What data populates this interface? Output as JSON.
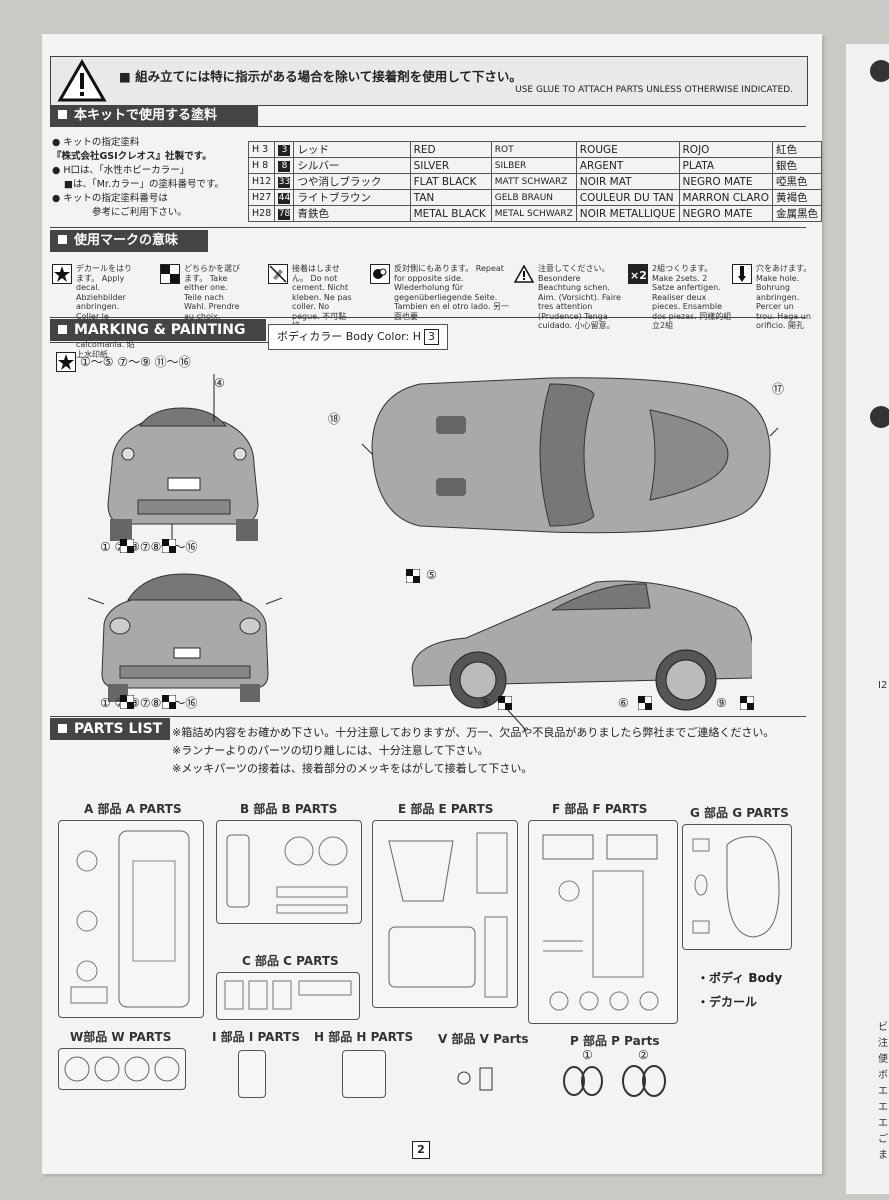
{
  "warning": {
    "jp": "■ 組み立てには特に指示がある場合を除いて接着剤を使用して下さい。",
    "en": "USE GLUE TO ATTACH PARTS UNLESS OTHERWISE INDICATED."
  },
  "paint_section": {
    "title": "本キットで使用する塗料",
    "notes": [
      "キットの指定塗料",
      "『株式会社GSIクレオス』社製です。",
      "H口は、「水性ホビーカラー」",
      "■は、「Mr.カラー」の塗料番号です。",
      "キットの指定塗料番号は",
      "参考にご利用下さい。"
    ],
    "rows": [
      {
        "h": "H 3",
        "n": "3",
        "jp": "レッド",
        "en": "RED",
        "de": "ROT",
        "fr": "ROUGE",
        "es": "ROJO",
        "cn": "紅色"
      },
      {
        "h": "H 8",
        "n": "8",
        "jp": "シルバー",
        "en": "SILVER",
        "de": "SILBER",
        "fr": "ARGENT",
        "es": "PLATA",
        "cn": "銀色"
      },
      {
        "h": "H12",
        "n": "33",
        "jp": "つや消しブラック",
        "en": "FLAT BLACK",
        "de": "MATT SCHWARZ",
        "fr": "NOIR MAT",
        "es": "NEGRO MATE",
        "cn": "啞黒色"
      },
      {
        "h": "H27",
        "n": "44",
        "jp": "ライトブラウン",
        "en": "TAN",
        "de": "GELB BRAUN",
        "fr": "COULEUR DU TAN",
        "es": "MARRON CLARO",
        "cn": "黄褐色"
      },
      {
        "h": "H28",
        "n": "78",
        "jp": "青鉄色",
        "en": "METAL BLACK",
        "de": "METAL SCHWARZ",
        "fr": "NOIR METALLIQUE",
        "es": "NEGRO MATE",
        "cn": "金属黒色"
      }
    ]
  },
  "marks_section": {
    "title": "使用マークの意味",
    "items": [
      {
        "icon": "star-decal-icon",
        "text": "デカールをはります。 Apply decal. Abziehbilder anbringen. Coller le decalque. Adhiera la calcomanía. 貼上水印紙"
      },
      {
        "icon": "checkered-choice-icon",
        "text": "どちらかを選びます。 Take either one. Teile nach Wahl. Prendre au choix. Seleccione uno. 二者選一"
      },
      {
        "icon": "no-glue-icon",
        "text": "接着はしません。 Do not cement. Nicht kleben. Ne pas coller. No pegue. 不可黏接"
      },
      {
        "icon": "opposite-side-icon",
        "text": "反対側にもあります。 Repeat for opposite side. Wiederholung für gegenüberliegende Seite. Tambien en el otro lado. 另一面也要"
      },
      {
        "icon": "caution-icon",
        "text": "注意してください。 Besondere Beachtung schen. Aim. (Vorsicht). Faire tres attention (Prudence) Tenga cuidado. 小心留意。"
      },
      {
        "icon": "make-two-icon",
        "text": "2組つくります。 Make 2sets. 2 Satze anfertigen. Realiser deux pieces. Ensamble dos piezas. 同樣的組立2組"
      },
      {
        "icon": "drill-hole-icon",
        "text": "穴をあけます。 Make hole. Bohrung anbringen. Percer un trou. Haga un orificio. 開孔"
      }
    ]
  },
  "marking_section": {
    "title": "MARKING & PAINTING",
    "body_color_label": "ボディカラー Body Color: H",
    "body_color_code": "3",
    "decal_sequence": "①～⑤ ⑦～⑨ ⑪～⑯",
    "rear_callout": "④",
    "rear_options": "① ② ③⑦⑧⑪～⑯",
    "front_options": "① ② ③⑦⑧⑪～⑯",
    "top_left_callout": "⑱",
    "top_right_callout": "⑰",
    "side_top_callout": "⑤",
    "side_callout_front_wheel": "⑨",
    "side_callout_sill": "⑥",
    "side_callout_rear_wheel": "⑨"
  },
  "parts_section": {
    "title": "PARTS LIST",
    "notes": [
      "※箱詰め内容をお確かめ下さい。十分注意しておりますが、万一、欠品や不良品がありましたら弊社までご連絡ください。",
      "※ランナーよりのパーツの切り離しには、十分注意して下さい。",
      "※メッキパーツの接着は、接着部分のメッキをはがして接着して下さい。"
    ],
    "runners": {
      "A": "A 部品 A PARTS",
      "B": "B 部品 B PARTS",
      "E": "E 部品 E PARTS",
      "F": "F 部品 F PARTS",
      "G": "G 部品 G PARTS",
      "C": "C 部品 C PARTS",
      "W": "W部品 W PARTS",
      "I": "I 部品 I PARTS",
      "H": "H 部品 H PARTS",
      "V": "V 部品 V Parts",
      "P": "P 部品  P Parts"
    },
    "body_items": [
      "・ボディ Body",
      "・デカール"
    ],
    "p_sub": [
      "①",
      "②"
    ]
  },
  "page_number": "2",
  "next_sheet_fragments": [
    "I2",
    "ビ",
    "注",
    "便",
    "ボ",
    "エ",
    "エ",
    "エ",
    "ご",
    "ま"
  ]
}
